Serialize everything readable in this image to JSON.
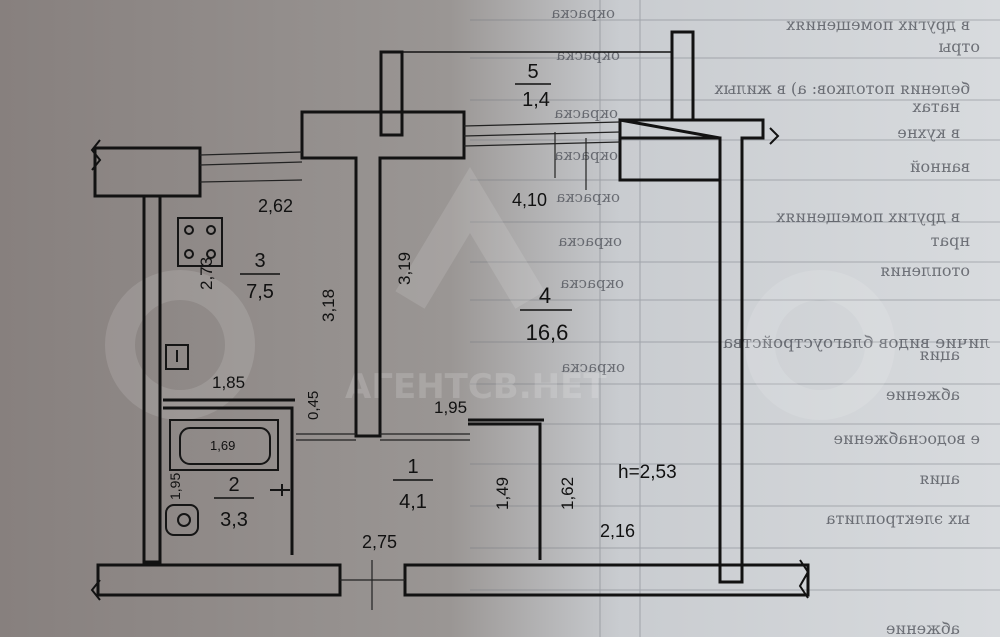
{
  "plan": {
    "ceiling_height": "h=2,53",
    "rooms": [
      {
        "id": "1",
        "no": "1",
        "area": "4,1"
      },
      {
        "id": "2",
        "no": "2",
        "area": "3,3"
      },
      {
        "id": "3",
        "no": "3",
        "area": "7,5"
      },
      {
        "id": "4",
        "no": "4",
        "area": "16,6"
      },
      {
        "id": "5",
        "no": "5",
        "area": "1,4"
      }
    ],
    "dimensions": [
      "2,62",
      "2,73",
      "3,18",
      "3,19",
      "4,10",
      "1,85",
      "0,45",
      "1,95",
      "1,49",
      "1,62",
      "1,69",
      "1,95",
      "2,75",
      "2,16"
    ]
  },
  "background_form": {
    "lines": [
      "окраска",
      "окраска",
      "окраска",
      "окраска",
      "окраска",
      "окраска",
      "окраска",
      "окраска",
      "в других помещениях",
      "отры",
      "беления потолков: а)  в жилых",
      "натах",
      "в кухне",
      "ванной",
      "в других помещениях",
      "нрат",
      "отопления",
      "личие видов благоустройства:",
      "ация",
      "абжение",
      "е водоснабжение",
      "ация",
      "ых электроплита",
      "абжение"
    ]
  },
  "watermark": {
    "text": "АГЕНТСВ.НЕТ"
  }
}
